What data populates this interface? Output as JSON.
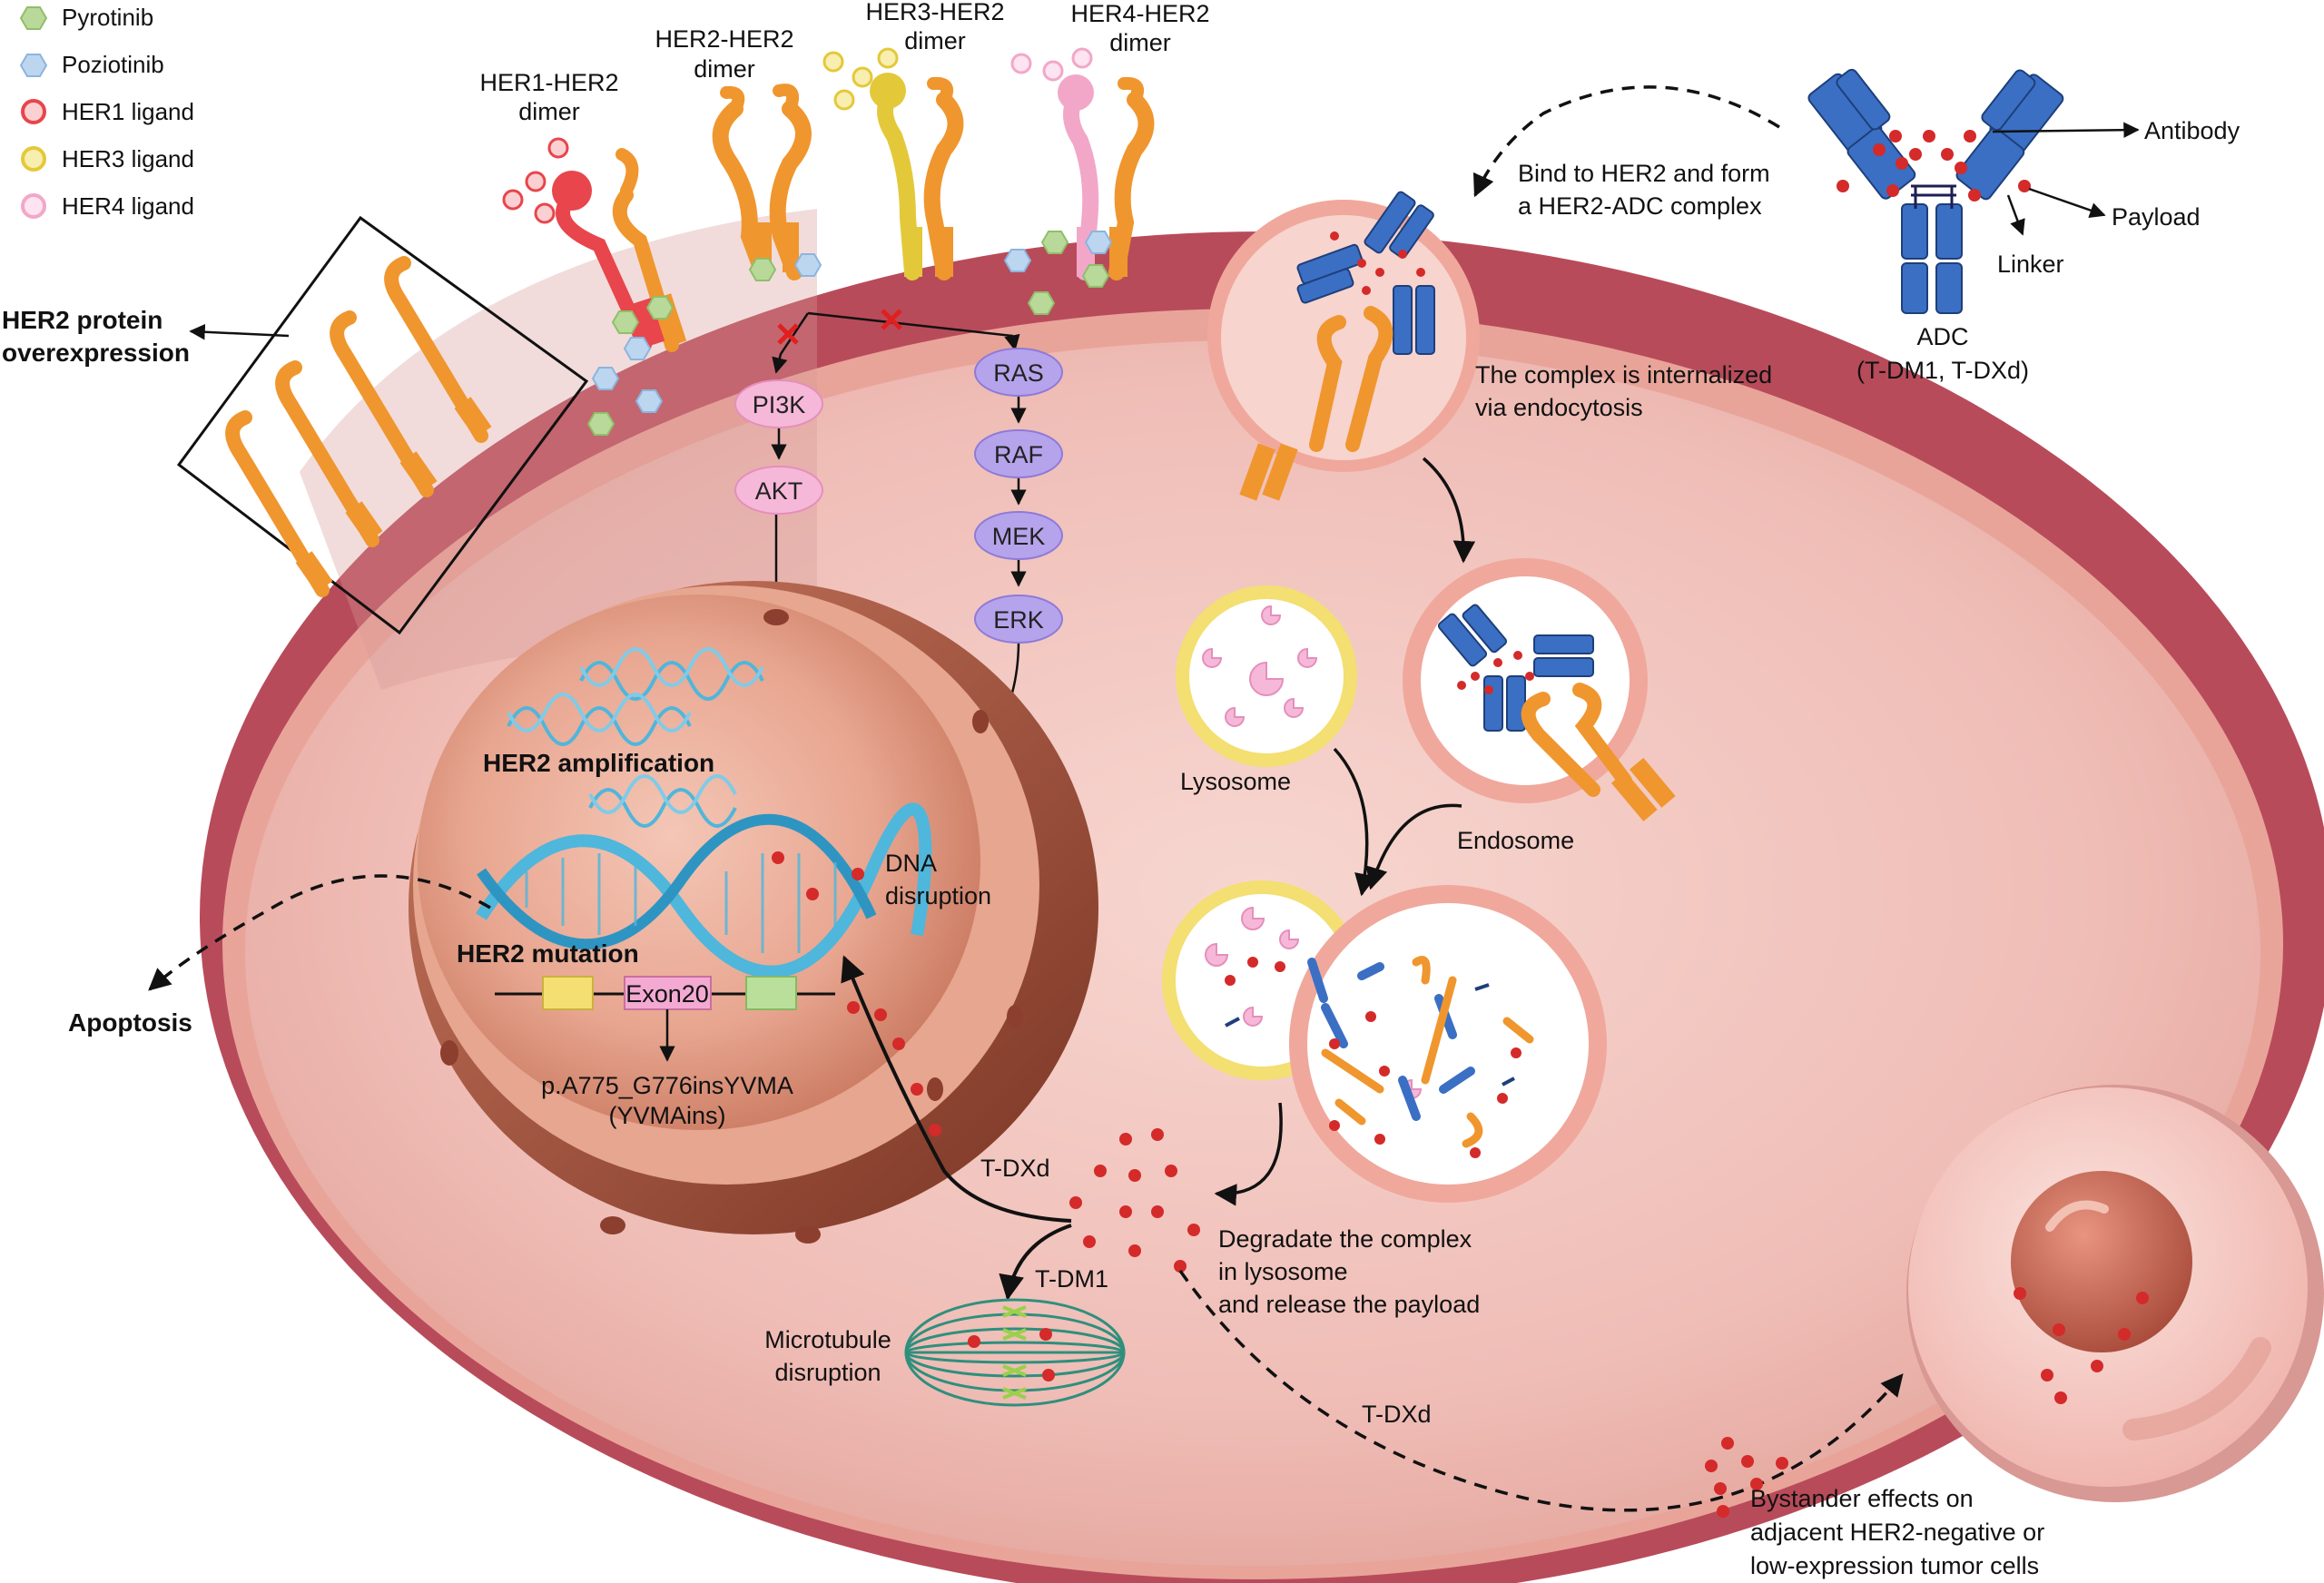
{
  "legend": [
    {
      "label": "Pyrotinib",
      "icon": "hexagon-icon",
      "color": "#b9d99a"
    },
    {
      "label": "Poziotinib",
      "icon": "hexagon-icon",
      "color": "#bcd6f0"
    },
    {
      "label": "HER1 ligand",
      "icon": "ligand-dot-icon",
      "color": "#e8454c"
    },
    {
      "label": "HER3 ligand",
      "icon": "ligand-dot-icon",
      "color": "#e3c93a"
    },
    {
      "label": "HER4 ligand",
      "icon": "ligand-dot-icon",
      "color": "#f2a7c9"
    }
  ],
  "dimers": {
    "her1": "HER1-HER2 dimer",
    "her2": "HER2-HER2 dimer",
    "her3": "HER3-HER2 dimer",
    "her4": "HER4-HER2 dimer"
  },
  "overexpression": "HER2 protein overexpression",
  "pathway": {
    "left": [
      "PI3K",
      "AKT"
    ],
    "right": [
      "RAS",
      "RAF",
      "MEK",
      "ERK"
    ]
  },
  "nucleus": {
    "amplification": "HER2 amplification",
    "mutation": "HER2 mutation",
    "dna_disruption_1": "DNA",
    "dna_disruption_2": "disruption",
    "exon": "Exon20",
    "variant_1": "p.A775_G776insYVMA",
    "variant_2": "(YVMAins)"
  },
  "apoptosis": "Apoptosis",
  "adc": {
    "bind_1": "Bind to HER2 and form",
    "bind_2": "a HER2-ADC complex",
    "antibody": "Antibody",
    "payload": "Payload",
    "linker": "Linker",
    "title_1": "ADC",
    "title_2": "(T-DM1, T-DXd)"
  },
  "internalized_1": "The complex is internalized",
  "internalized_2": "via endocytosis",
  "lysosome": "Lysosome",
  "endosome": "Endosome",
  "degrade_1": "Degradate the complex",
  "degrade_2": "in lysosome",
  "degrade_3": "and release the payload",
  "tdxd_1": "T-DXd",
  "tdm1": "T-DM1",
  "microtubule_1": "Microtubule",
  "microtubule_2": "disruption",
  "tdxd_2": "T-DXd",
  "bystander_1": "Bystander effects on",
  "bystander_2": "adjacent HER2-negative or",
  "bystander_3": "low-expression tumor cells",
  "colors": {
    "membrane_outer": "#b84b5a",
    "cytoplasm": "#f3c9c4",
    "receptor": "#f0962e",
    "antibody": "#3b6fc4",
    "payload": "#d42a2a",
    "nucleus": "#d98a74",
    "dna": "#4fb6dc",
    "pi3k_akt": "#f6b8d9",
    "mapk": "#b5a4ec"
  }
}
